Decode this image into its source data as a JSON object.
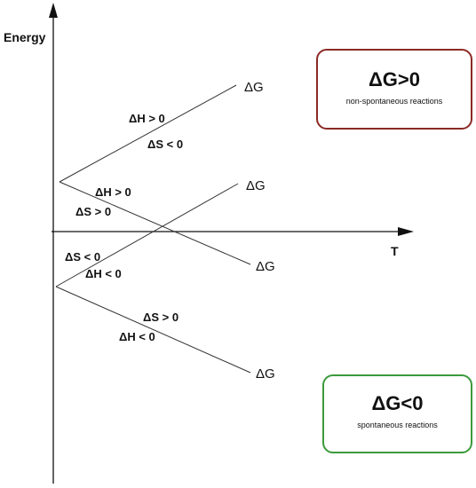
{
  "axes": {
    "y_label": "Energy",
    "x_label": "T"
  },
  "lines": [
    {
      "dh": "ΔH > 0",
      "ds": "ΔS < 0",
      "end_label": "ΔG"
    },
    {
      "dh": "ΔH > 0",
      "ds": "ΔS > 0",
      "end_label": "ΔG"
    },
    {
      "dh": "ΔH < 0",
      "ds": "ΔS < 0",
      "end_label": "ΔG"
    },
    {
      "dh": "ΔH < 0",
      "ds": "ΔS > 0",
      "end_label": "ΔG"
    }
  ],
  "boxes": {
    "positive": {
      "title": "ΔG>0",
      "subtitle": "non-spontaneous reactions",
      "border_color": "#8b2a24"
    },
    "negative": {
      "title": "ΔG<0",
      "subtitle": "spontaneous reactions",
      "border_color": "#3c9a3c"
    }
  },
  "colors": {
    "line": "#333333",
    "axis": "#111111"
  }
}
